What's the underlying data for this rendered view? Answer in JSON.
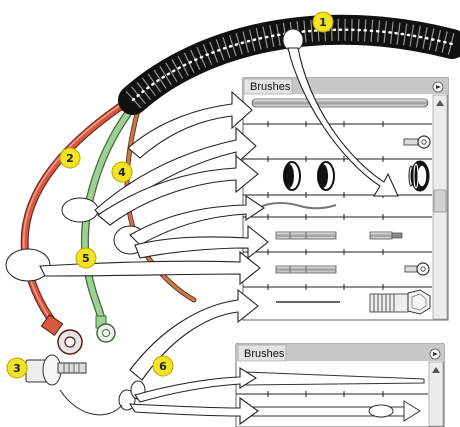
{
  "callouts": [
    {
      "label": "1",
      "part": "corrugated-tube"
    },
    {
      "label": "2",
      "part": "red-wire"
    },
    {
      "label": "3",
      "part": "bolt"
    },
    {
      "label": "4",
      "part": "wire-bundle"
    },
    {
      "label": "5",
      "part": "green-wire"
    },
    {
      "label": "6",
      "part": "grommet"
    }
  ],
  "panels": {
    "main": {
      "title": "Brushes",
      "menu_icon": "panel-menu-icon",
      "scroll_up_icon": "scroll-up-icon",
      "scroll_down_icon": "scroll-down-icon"
    },
    "secondary": {
      "title": "Brushes",
      "menu_icon": "panel-menu-icon",
      "scroll_up_icon": "scroll-up-icon",
      "scroll_down_icon": "scroll-down-icon"
    }
  },
  "colors": {
    "callout_fill": "#f3e323",
    "callout_stroke": "#b8a600",
    "red_wire": "#d65a40",
    "green_wire": "#9fcf92",
    "panel_header": "#c8c8c8",
    "panel_tab": "#e4e4e4"
  }
}
